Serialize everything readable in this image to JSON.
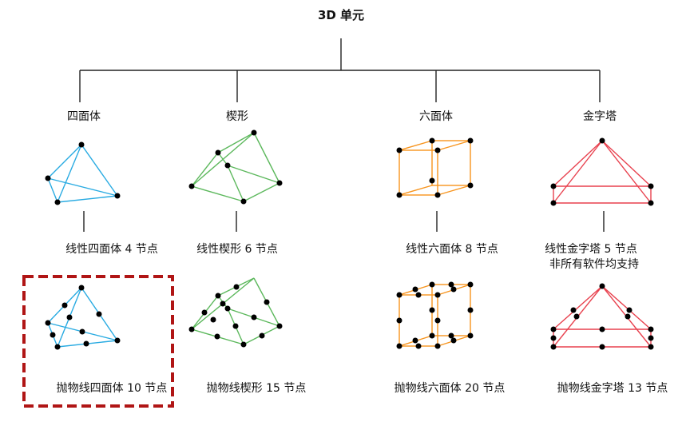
{
  "title": "3D 单元",
  "colors": {
    "tetra": "#29ABE2",
    "wedge": "#5CB85C",
    "hexa": "#F7941D",
    "pyramid": "#E8414E",
    "highlight": "#B01515",
    "connector": "#222222"
  },
  "categories": [
    {
      "name": "四面体",
      "linear": "线性四面体 4 节点",
      "quadratic": "抛物线四面体 10 节点"
    },
    {
      "name": "楔形",
      "linear": "线性楔形 6 节点",
      "quadratic": "抛物线楔形 15 节点"
    },
    {
      "name": "六面体",
      "linear": "线性六面体 8 节点",
      "quadratic": "抛物线六面体 20 节点"
    },
    {
      "name": "金字塔",
      "linear": "线性金字塔 5 节点",
      "linear_note": "非所有软件均支持",
      "quadratic": "抛物线金字塔 13 节点"
    }
  ],
  "highlighted": "抛物线四面体 10 节点"
}
